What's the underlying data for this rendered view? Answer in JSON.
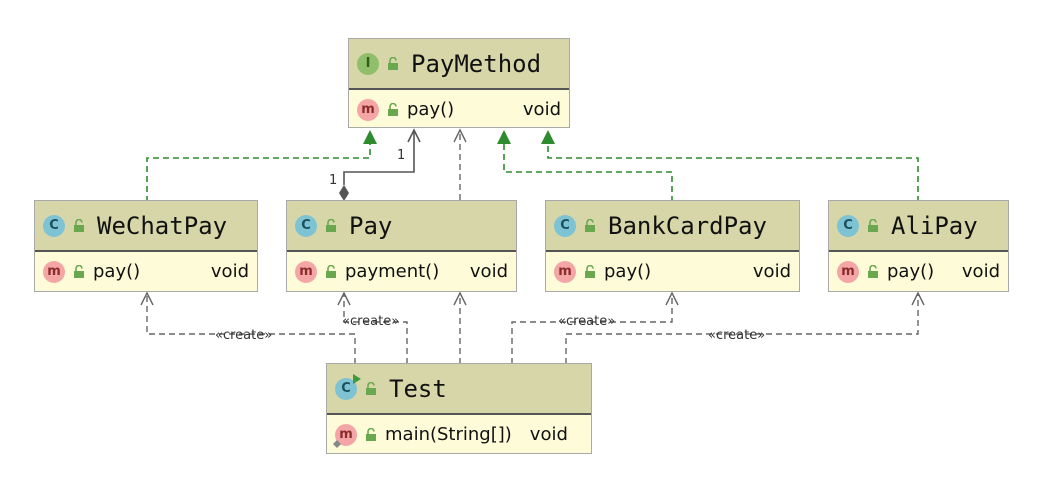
{
  "classes": {
    "paymethod": {
      "name": "PayMethod",
      "kind_icon": "interface-icon",
      "kind_letter": "I",
      "method": {
        "name": "pay()",
        "type": "void"
      }
    },
    "wechatpay": {
      "name": "WeChatPay",
      "kind_icon": "class-icon",
      "kind_letter": "C",
      "method": {
        "name": "pay()",
        "type": "void"
      }
    },
    "pay": {
      "name": "Pay",
      "kind_icon": "class-icon",
      "kind_letter": "C",
      "method": {
        "name": "payment()",
        "type": "void"
      }
    },
    "bankcardpay": {
      "name": "BankCardPay",
      "kind_icon": "class-icon",
      "kind_letter": "C",
      "method": {
        "name": "pay()",
        "type": "void"
      }
    },
    "alipay": {
      "name": "AliPay",
      "kind_icon": "class-icon",
      "kind_letter": "C",
      "method": {
        "name": "pay()",
        "type": "void"
      }
    },
    "test": {
      "name": "Test",
      "kind_icon": "runnable-class-icon",
      "kind_letter": "C",
      "method": {
        "name": "main(String[])",
        "type": "void"
      }
    }
  },
  "method_letter": "m",
  "relations": {
    "create_label": "«create»",
    "multiplicity_target": "1",
    "multiplicity_source": "1"
  },
  "colors": {
    "header_bg": "#d6d6a8",
    "body_bg": "#fdfbd8",
    "realization": "#2e8b2e",
    "dependency": "#666666"
  }
}
